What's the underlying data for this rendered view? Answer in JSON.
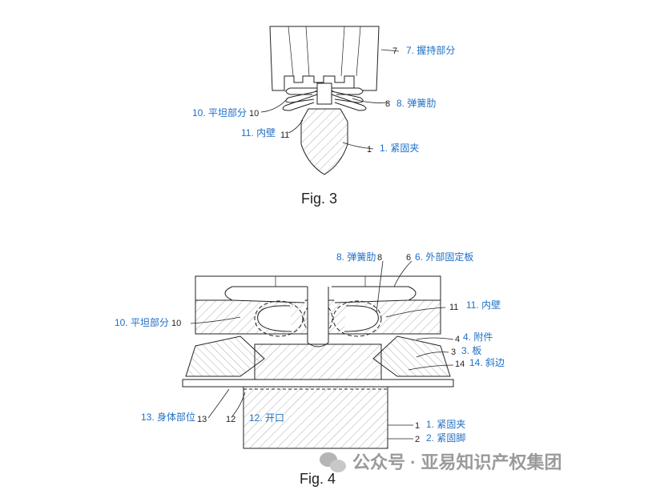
{
  "fig3": {
    "caption": "Fig. 3",
    "labels": {
      "grip": "7. 握持部分",
      "rib": "8. 弹簧肋",
      "flat": "10. 平坦部分",
      "inner_wall": "11. 内壁",
      "clip": "1. 紧固夹"
    },
    "numbers": {
      "n7": "7",
      "n8": "8",
      "n10": "10",
      "n11": "11",
      "n1": "1"
    }
  },
  "fig4": {
    "caption": "Fig. 4",
    "labels": {
      "rib": "8. 弹簧肋",
      "outer_plate": "6. 外部固定板",
      "inner_wall": "11. 内壁",
      "flat": "10. 平坦部分",
      "attachment": "4. 附件",
      "plate": "3. 板",
      "bevel": "14. 斜边",
      "body": "13. 身体部位",
      "opening": "12. 开口",
      "clip": "1. 紧固夹",
      "foot": "2. 紧固脚"
    },
    "numbers": {
      "n8": "8",
      "n6": "6",
      "n11": "11",
      "n10": "10",
      "n4": "4",
      "n3": "3",
      "n14": "14",
      "n13": "13",
      "n12": "12",
      "n1": "1",
      "n2": "2"
    }
  },
  "watermark": {
    "text": "公众号 · 亚易知识产权集团"
  }
}
